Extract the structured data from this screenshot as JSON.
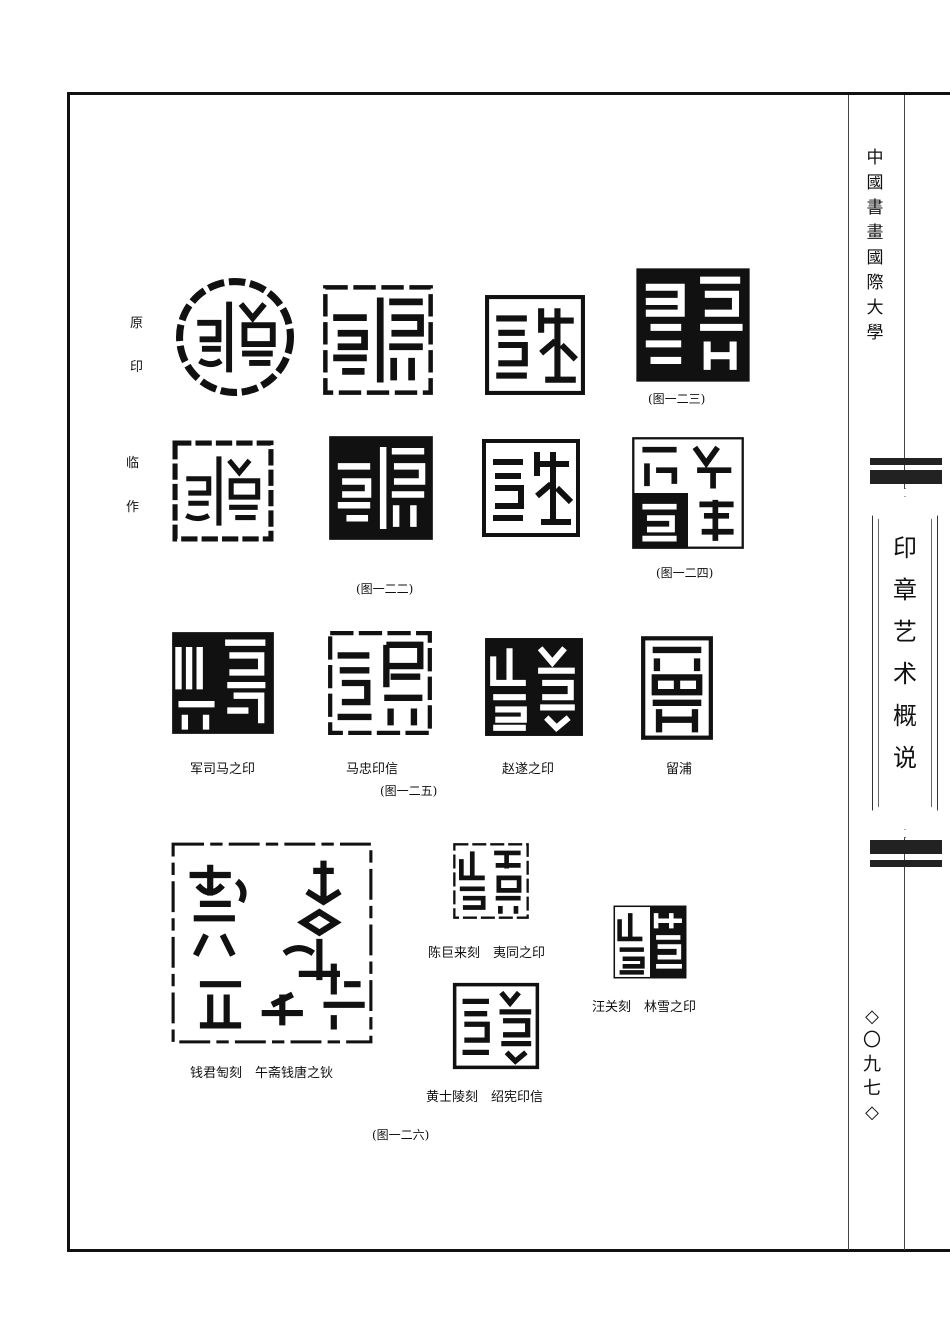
{
  "sidebar": {
    "series_title": [
      "中",
      "國",
      "書",
      "畫",
      "國",
      "際",
      "大",
      "學"
    ],
    "section_title": [
      "印",
      "章",
      "艺",
      "术",
      "概",
      "说"
    ],
    "folio": [
      "◇",
      "〇",
      "九",
      "七",
      "◇"
    ]
  },
  "row_labels": {
    "original": [
      "原",
      "印"
    ],
    "copy": [
      "临",
      "作"
    ]
  },
  "figure_captions": {
    "fig122": "(图一二二)",
    "fig123": "(图一二三)",
    "fig124": "(图一二四)",
    "fig125": "(图一二五)",
    "fig126": "(图一二六)"
  },
  "seal_captions": {
    "c1": "军司马之印",
    "c2": "马忠印信",
    "c3": "赵遂之印",
    "c4": "留浦",
    "c5": "钱君匋刻　午斋钱唐之钬",
    "c6": "陈巨来刻　夷同之印",
    "c7": "汪关刻　林雪之印",
    "c8": "黄士陵刻　绍宪印信"
  },
  "colors": {
    "ink": "#111111",
    "paper": "#ffffff"
  }
}
